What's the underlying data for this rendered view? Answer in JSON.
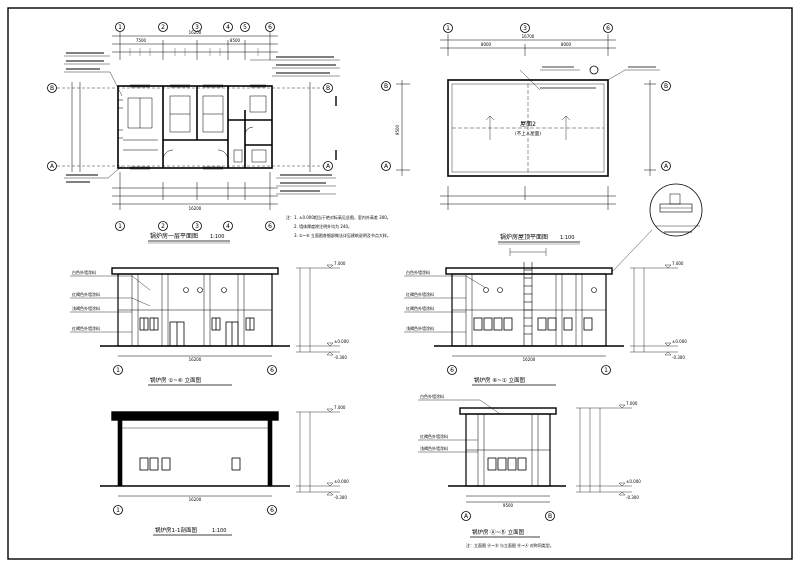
{
  "colors": {
    "line": "#000000",
    "background": "#ffffff"
  },
  "floor_plan": {
    "grid_top": [
      "1",
      "2",
      "3",
      "4",
      "5",
      "6"
    ],
    "grid_left": [
      "B",
      "A"
    ],
    "dims_top": [
      "16200",
      "7500",
      "8500"
    ],
    "dims_bottom": [
      "16200"
    ],
    "title": "锅炉房一层平面图",
    "scale": "1:100"
  },
  "roof_plan": {
    "grid_top": [
      "1",
      "3",
      "6"
    ],
    "grid_left": [
      "B",
      "A"
    ],
    "dims_top": [
      "16700",
      "8000",
      "8000"
    ],
    "dims_left": [
      "9500"
    ],
    "area_label": "屋面2",
    "area_note": "(不上人屋面)",
    "title": "锅炉房屋顶平面图",
    "scale": "1:100"
  },
  "elevation_front": {
    "grid": [
      "1",
      "6"
    ],
    "callouts": [
      "白色外墙涂料",
      "红褐色外墙涂料",
      "浅褐色外墙涂料",
      "红褐色外墙涂料"
    ],
    "levels": [
      "7.000",
      "±0.000",
      "-0.300"
    ],
    "total_dim": "16200",
    "title": "锅炉房 ①~⑥ 立面图",
    "scale": "1:100"
  },
  "elevation_back": {
    "grid": [
      "6",
      "1"
    ],
    "callouts": [
      "白色外墙涂料",
      "红褐色外墙涂料",
      "红褐色外墙涂料",
      "浅褐色外墙涂料"
    ],
    "levels": [
      "7.000",
      "±0.000",
      "-0.300"
    ],
    "total_dim": "16200",
    "title": "锅炉房 ⑥~① 立面图",
    "scale": "1:100"
  },
  "section": {
    "grid": [
      "1",
      "6"
    ],
    "levels": [
      "7.000",
      "±0.000",
      "-0.300"
    ],
    "total_dim": "16200",
    "title": "锅炉房1-1剖面图",
    "scale": "1:100"
  },
  "elevation_side": {
    "grid": [
      "A",
      "B"
    ],
    "callouts": [
      "白色外墙涂料",
      "红褐色外墙涂料",
      "浅褐色外墙涂料"
    ],
    "levels": [
      "7.000",
      "±0.000",
      "-0.300"
    ],
    "total_dim": "9500",
    "title": "锅炉房 Ⓐ~Ⓑ 立面图",
    "note": "注：立面图 Ⓐ~Ⓑ 与立面图 Ⓑ~Ⓐ 对称同类型。"
  },
  "general_notes": [
    "注：1. ±0.000相当于绝对标高见总图，室内外高差 300。",
    "2. 墙体厚度除注明外均为 240。",
    "3. ①~⑥ 立面图各细部做法详见建筑说明及节点大样。"
  ]
}
